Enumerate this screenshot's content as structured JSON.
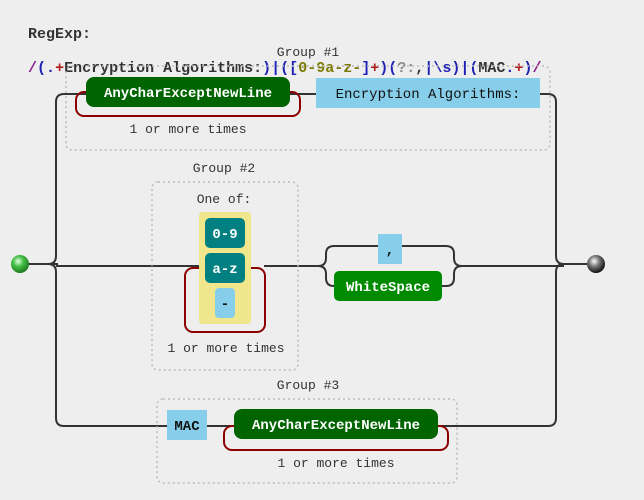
{
  "header": {
    "label": "RegExp:",
    "pattern_parts": [
      {
        "text": "/",
        "kind": "slash"
      },
      {
        "text": "(",
        "kind": "paren"
      },
      {
        "text": ".",
        "kind": "paren"
      },
      {
        "text": "+",
        "kind": "quant"
      },
      {
        "text": "Encryption Algorithms:",
        "kind": "tok"
      },
      {
        "text": ")",
        "kind": "paren"
      },
      {
        "text": "|",
        "kind": "alt"
      },
      {
        "text": "(",
        "kind": "paren"
      },
      {
        "text": "[",
        "kind": "paren"
      },
      {
        "text": "0-9a-z-",
        "kind": "cls"
      },
      {
        "text": "]",
        "kind": "paren"
      },
      {
        "text": "+",
        "kind": "quant"
      },
      {
        "text": ")",
        "kind": "paren"
      },
      {
        "text": "(",
        "kind": "paren"
      },
      {
        "text": "?:",
        "kind": "nc"
      },
      {
        "text": ",",
        "kind": "tok"
      },
      {
        "text": "|",
        "kind": "alt"
      },
      {
        "text": "\\s",
        "kind": "paren"
      },
      {
        "text": ")",
        "kind": "paren"
      },
      {
        "text": "|",
        "kind": "alt"
      },
      {
        "text": "(",
        "kind": "paren"
      },
      {
        "text": "MAC",
        "kind": "tok"
      },
      {
        "text": ".",
        "kind": "paren"
      },
      {
        "text": "+",
        "kind": "quant"
      },
      {
        "text": ")",
        "kind": "paren"
      },
      {
        "text": "/",
        "kind": "slash"
      }
    ]
  },
  "groups": {
    "g1": {
      "title": "Group #1",
      "any_char": "AnyCharExceptNewLine",
      "repeat": "1 or more times",
      "literal": "Encryption Algorithms:"
    },
    "g2": {
      "title": "Group #2",
      "one_of": "One of:",
      "items": [
        "0-9",
        "a-z",
        "-"
      ],
      "repeat": "1 or more times"
    },
    "g3": {
      "title": "Group #3",
      "literal": "MAC",
      "any_char": "AnyCharExceptNewLine",
      "repeat": "1 or more times"
    }
  },
  "alternation": {
    "comma": ",",
    "whitespace": "WhiteSpace"
  },
  "colors": {
    "any_char": "#006400",
    "range": "#008080",
    "literal": "#87ceeb",
    "whitespace": "#008a00",
    "charset_bg": "#f0e68c",
    "repeat_loop": "#8b0000",
    "line": "#333333"
  }
}
